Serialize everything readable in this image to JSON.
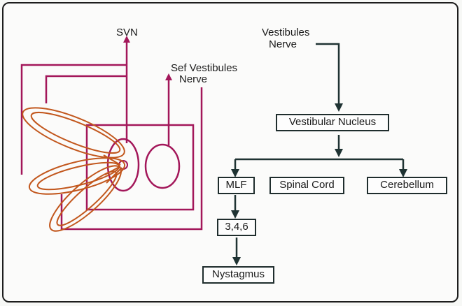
{
  "labels": {
    "svn": "SVN",
    "sef_vestibules_nerve_line1": "Sef Vestibules",
    "sef_vestibules_nerve_line2": "Nerve",
    "vestibules_nerve_line1": "Vestibules",
    "vestibules_nerve_line2": "Nerve"
  },
  "nodes": {
    "vestibular_nucleus": "Vestibular Nucleus",
    "mlf": "MLF",
    "spinal_cord": "Spinal Cord",
    "cerebellum": "Cerebellum",
    "cranial_nuclei": "3,4,6",
    "nystagmus": "Nystagmus"
  },
  "colors": {
    "nerve": "#a3175a",
    "canals": "#c2571d",
    "flow": "#1f3333"
  }
}
